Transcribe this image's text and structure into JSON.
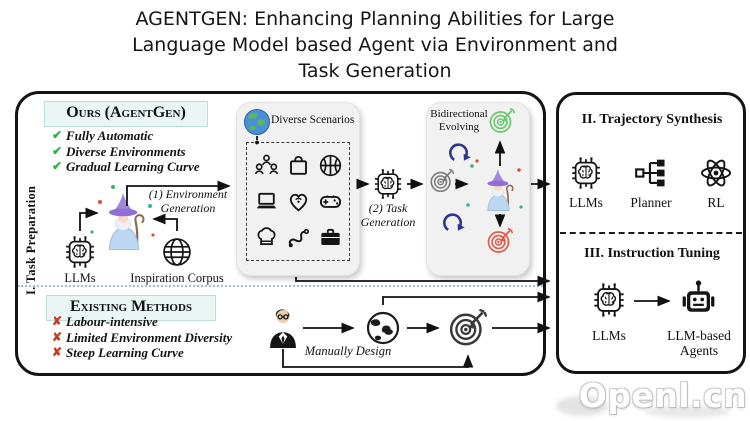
{
  "title": {
    "lines": [
      "AGENTGEN: Enhancing Planning Abilities for Large",
      "Language Model based Agent via Environment and",
      "Task Generation"
    ]
  },
  "left_panel": {
    "side_label": "I. Task Preparation",
    "ours": {
      "header": "Ours (AgentGen)",
      "items": [
        "Fully Automatic",
        "Diverse Environments",
        "Gradual Learning Curve"
      ]
    },
    "existing": {
      "header": "Existing Methods",
      "items": [
        "Labour-intensive",
        "Limited Environment Diversity",
        "Steep Learning Curve"
      ]
    },
    "llms_label": "LLMs",
    "corpus_label": "Inspiration Corpus",
    "env_gen_label": [
      "(1) Environment",
      "Generation"
    ],
    "task_gen_label": [
      "(2) Task",
      "Generation"
    ],
    "manually_design_label": "Manually Design"
  },
  "scenario_box": {
    "label": "Diverse Scenarios",
    "icons": [
      "family",
      "shopping-bag",
      "basketball",
      "laptop",
      "health-heart",
      "gamepad",
      "chef-hat",
      "route",
      "briefcase"
    ]
  },
  "evolve_box": {
    "label": [
      "Bidirectional",
      "Evolving"
    ]
  },
  "right_panel": {
    "section2": {
      "title": "II. Trajectory Synthesis",
      "items": [
        {
          "icon": "llm-chip",
          "label": "LLMs"
        },
        {
          "icon": "planner",
          "label": "Planner"
        },
        {
          "icon": "rl-atom",
          "label": "RL"
        }
      ]
    },
    "section3": {
      "title": "III. Instruction Tuning",
      "llms_label": "LLMs",
      "agent_label": [
        "LLM-based",
        "Agents"
      ]
    }
  },
  "watermark": {
    "text": "Openl.cn"
  },
  "colors": {
    "check_green": "#2fae4c",
    "cross_red": "#c63a22",
    "loop_blue": "#2b3590",
    "target_green": "#67c86f",
    "target_red": "#dd5a45",
    "target_gray": "#7a7a7a",
    "target_dark": "#3a3a3a",
    "header_bg": "#e9f6f3",
    "header_border": "#bcded8",
    "box_gray": "#f1f1f2",
    "earth_blue": "#4a90d9",
    "earth_green": "#58b85f",
    "wizard_purple": "#a287e0",
    "watermark_fill": "#ffffff",
    "watermark_outline": "#b5b5b5"
  }
}
